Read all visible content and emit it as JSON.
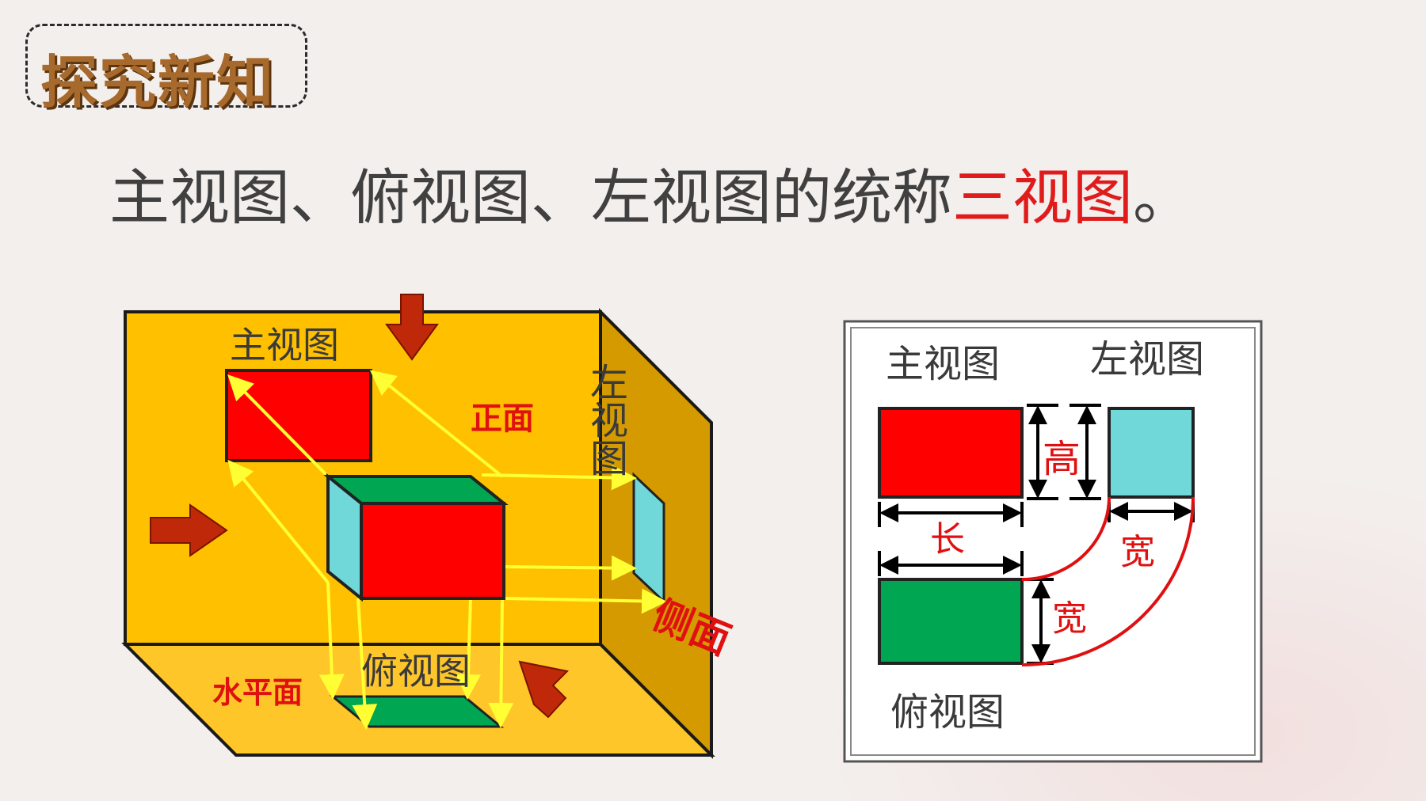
{
  "header": {
    "badge_label": "探究新知",
    "headline_prefix": "主视图、俯视图、左视图的统称",
    "headline_highlight": "三视图",
    "headline_suffix": "。"
  },
  "diagram_left": {
    "front_view_label": "主视图",
    "left_view_label": "左视图",
    "top_view_label": "俯视图",
    "front_plane_label": "正面",
    "side_plane_label": "侧面",
    "horizontal_plane_label": "水平面"
  },
  "diagram_right": {
    "front_view_label": "主视图",
    "left_view_label": "左视图",
    "top_view_label": "俯视图",
    "height_label": "高",
    "length_label": "长",
    "width_label_top": "宽",
    "width_label_bottom": "宽"
  },
  "colors": {
    "red": "#ff0000",
    "green": "#00a651",
    "cyan": "#70d8d8",
    "yellow_panel": "#ffc000",
    "projection_line": "#ffff33",
    "arrow": "#c0280a",
    "highlight_text": "#e01b1b"
  }
}
